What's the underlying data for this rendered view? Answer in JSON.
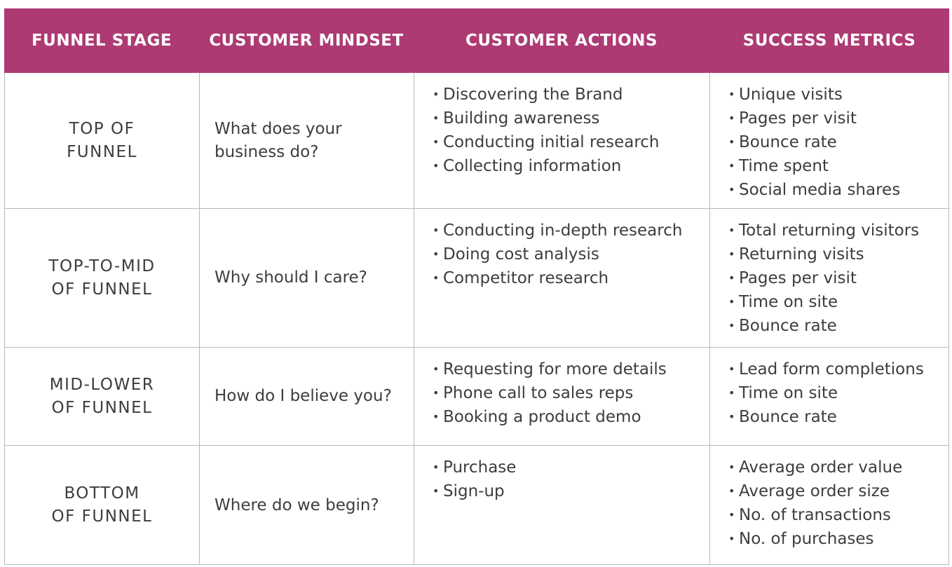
{
  "headers": {
    "stage": "FUNNEL STAGE",
    "mindset": "CUSTOMER MINDSET",
    "actions": "CUSTOMER ACTIONS",
    "metrics": "SUCCESS METRICS"
  },
  "rows": [
    {
      "stage": [
        "TOP OF",
        "FUNNEL"
      ],
      "mindset": [
        "What does your",
        "business do?"
      ],
      "actions": [
        "Discovering the Brand",
        "Building awareness",
        "Conducting initial research",
        "Collecting information"
      ],
      "metrics": [
        "Unique visits",
        "Pages per visit",
        "Bounce rate",
        "Time spent",
        "Social media shares"
      ]
    },
    {
      "stage": [
        "TOP-TO-MID",
        "OF FUNNEL"
      ],
      "mindset": [
        "Why should I care?"
      ],
      "actions": [
        "Conducting in-depth research",
        "Doing cost analysis",
        "Competitor research"
      ],
      "metrics": [
        "Total returning visitors",
        "Returning visits",
        "Pages per visit",
        "Time on site",
        "Bounce rate"
      ]
    },
    {
      "stage": [
        "MID-LOWER",
        "OF FUNNEL"
      ],
      "mindset": [
        "How do I believe you?"
      ],
      "actions": [
        "Requesting for more details",
        "Phone call to sales reps",
        "Booking a product demo"
      ],
      "metrics": [
        "Lead form completions",
        "Time on site",
        "Bounce rate"
      ]
    },
    {
      "stage": [
        "BOTTOM",
        "OF FUNNEL"
      ],
      "mindset": [
        "Where do we begin?"
      ],
      "actions": [
        "Purchase",
        "Sign-up"
      ],
      "metrics": [
        "Average order value",
        "Average order size",
        "No. of transactions",
        "No. of purchases"
      ]
    }
  ],
  "colors": {
    "header_bg": "#ad3a73",
    "header_text": "#ffffff",
    "body_text": "#3d3d3d",
    "grid_line": "#b9b9b9"
  }
}
